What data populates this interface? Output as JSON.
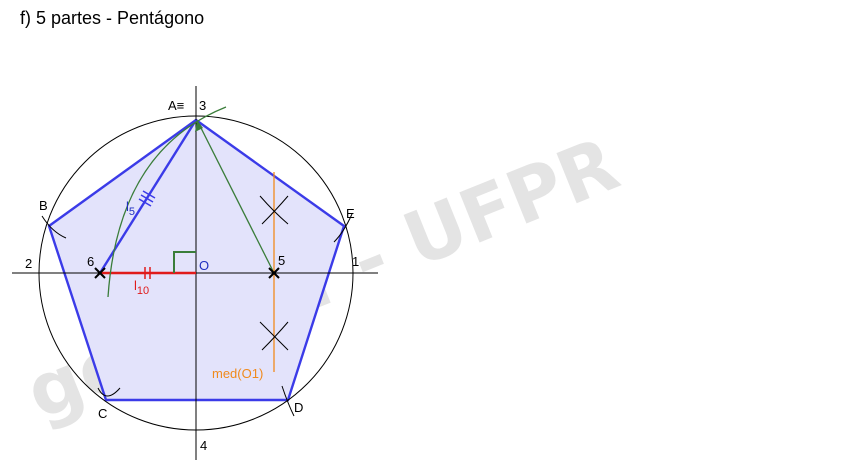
{
  "title": "f) 5 partes - Pentágono",
  "watermark": "geegraf - UFPR",
  "labels": {
    "vertex_a": "A≡",
    "point_3": "3",
    "vertex_b": "B",
    "vertex_c": "C",
    "vertex_d": "D",
    "vertex_e": "E",
    "point_1": "1",
    "point_2": "2",
    "point_4": "4",
    "point_5": "5",
    "point_6": "6",
    "center": "O",
    "l5": "l",
    "l5_sub": "5",
    "l10": "l",
    "l10_sub": "10",
    "mediatrix": "med(O1)"
  },
  "colors": {
    "circle": "#000000",
    "pentagon_stroke": "#3b3be8",
    "pentagon_fill": "#e3e3fb",
    "red_segment": "#e01b1b",
    "green_arc": "#3a7d3a",
    "orange_mediatrix": "#f08a1c",
    "center_label": "#2030c0"
  }
}
